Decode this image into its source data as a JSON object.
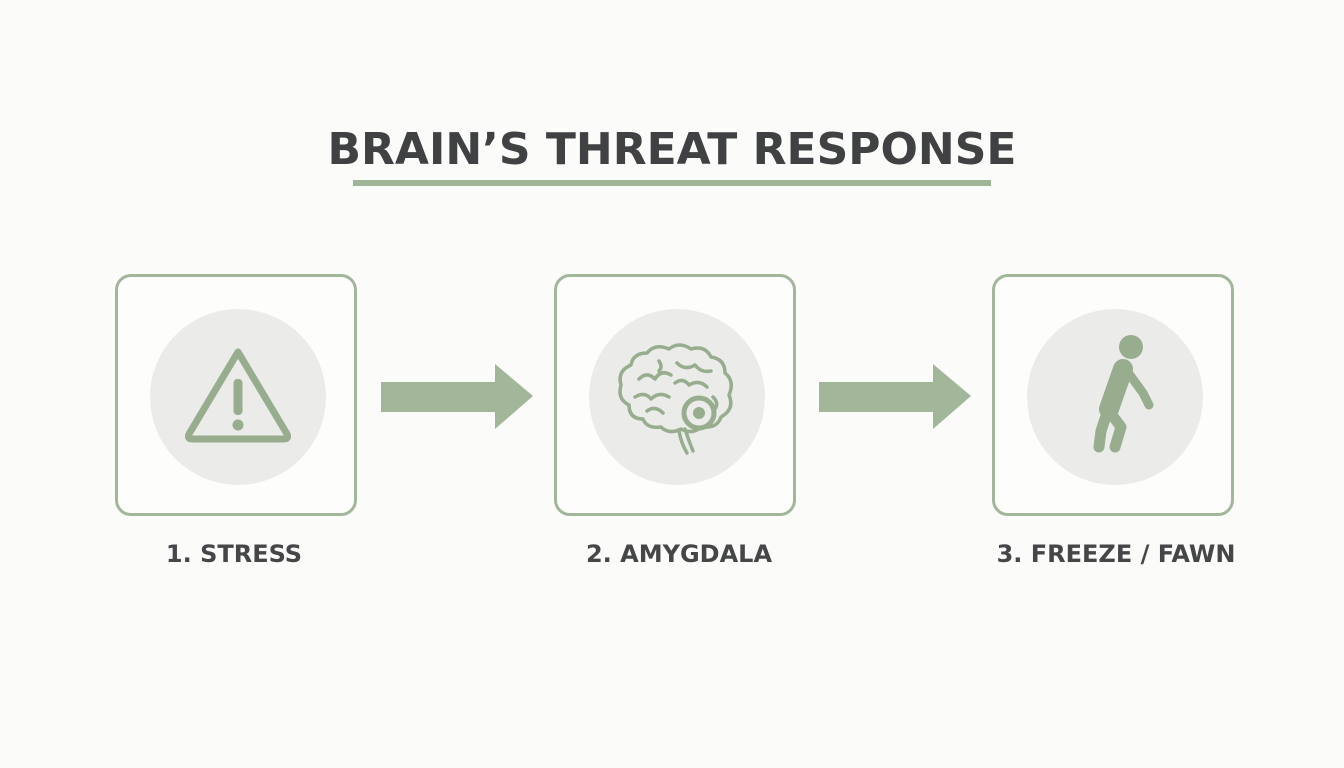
{
  "title": "BRAIN’S THREAT RESPONSE",
  "colors": {
    "accent": "#9fb696",
    "box_border": "#a2b79a",
    "circle_fill": "#ebebea",
    "text": "#3f4143"
  },
  "steps": [
    {
      "label": "1. STRESS",
      "icon": "warning-triangle-icon"
    },
    {
      "label": "2. AMYGDALA",
      "icon": "brain-icon"
    },
    {
      "label": "3. FREEZE / FAWN",
      "icon": "crouching-person-icon"
    }
  ]
}
